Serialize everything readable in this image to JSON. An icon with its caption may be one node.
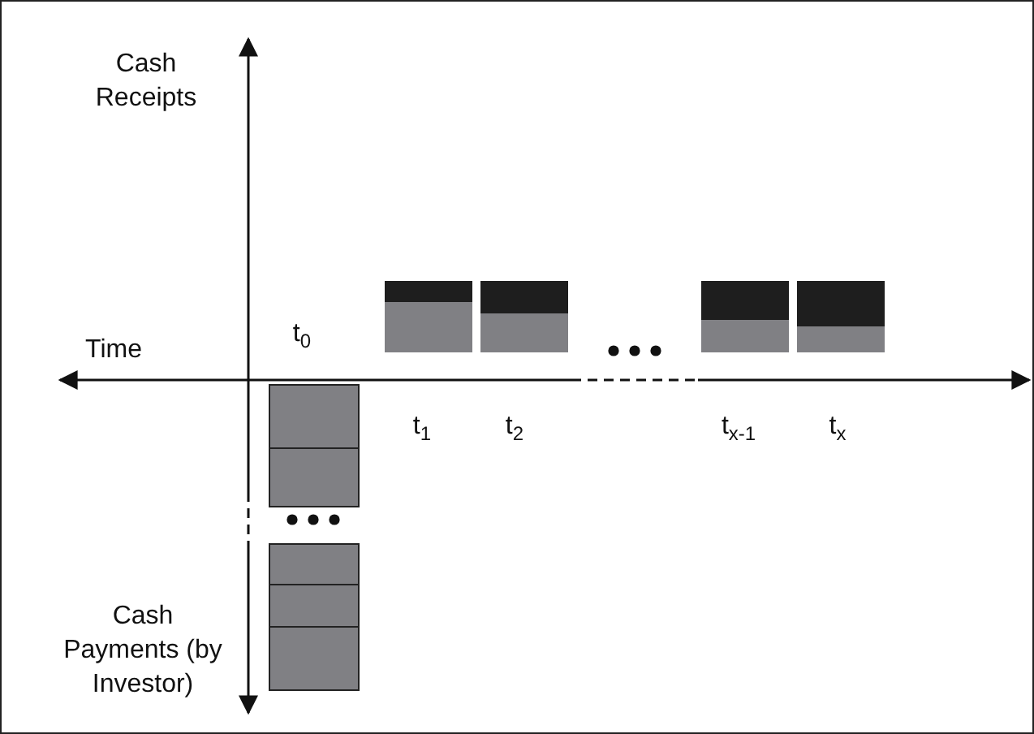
{
  "diagram": {
    "labels": [
      "Cash Receipts",
      "Time",
      "t$_{0}$",
      "t$_{1}$",
      "t$_{2}$",
      "t$_{x-1}$",
      "t$_{x}$",
      "Cash Payments (by Investor)"
    ]
  }
}
